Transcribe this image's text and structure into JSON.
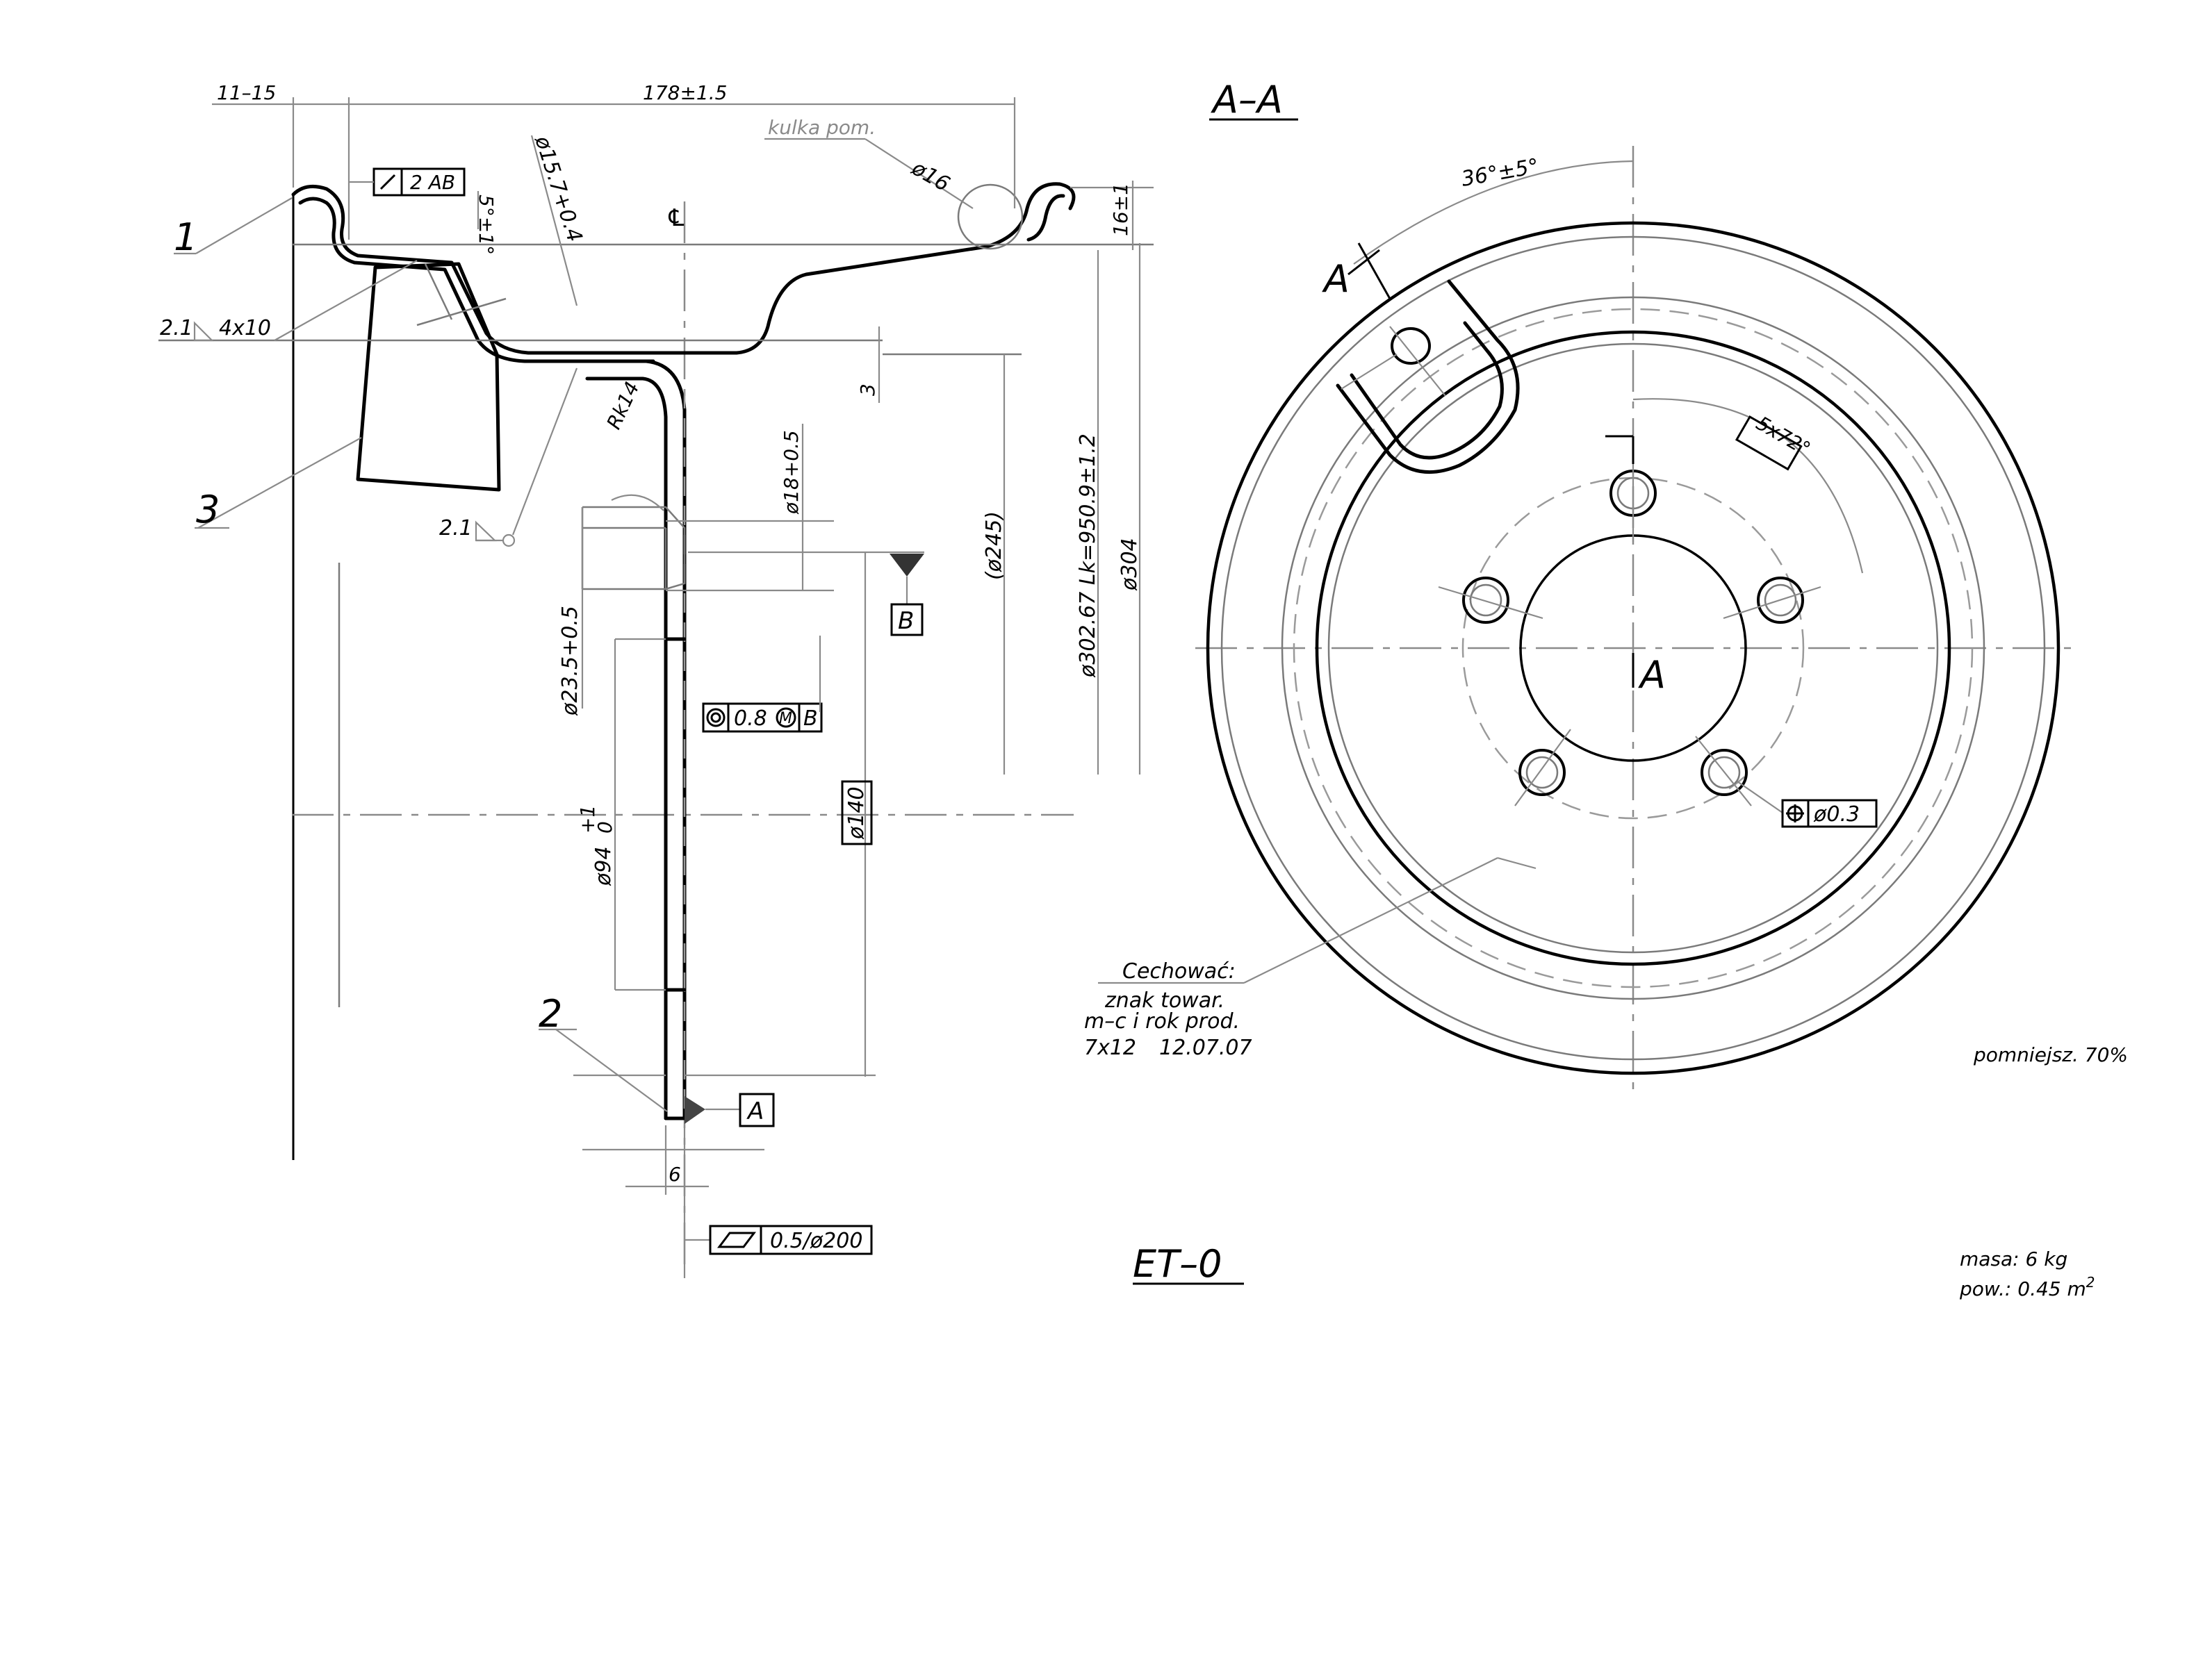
{
  "labels": {
    "dim_11_15": "11–15",
    "dim_178": "178±1.5",
    "kulka": "kulka pom.",
    "dia16": "ø16",
    "dia157": "ø15.7+0.4",
    "angle5": "5°±1°",
    "cl": "℄",
    "dim16": "16±1",
    "runout": "2 AB",
    "leader1": "1",
    "leader2": "2",
    "leader3": "3",
    "weld1_size": "2.1",
    "weld1_len": "4x10",
    "weld2_size": "2.1",
    "dim3": "3",
    "rk14": "Rk14",
    "dia18": "ø18+0.5",
    "dia245": "(ø245)",
    "dia30267": "ø302.67 Lk=950.9±1.2",
    "dia304": "ø304",
    "datum_b": "B",
    "datum_a": "A",
    "dia235": "ø23.5+0.5",
    "concentricity": "0.8",
    "conc_mod": "M",
    "conc_ref": "B",
    "dia94": "ø94",
    "dia94_tol_up": "+1",
    "dia94_tol_lo": "0",
    "dia140": "ø140",
    "dim6": "6",
    "flatness": "0.5/ø200",
    "section_aa": "A–A",
    "angle36": "36°±5°",
    "section_a": "A",
    "angle5x72": "5x72°",
    "section_a2": "A",
    "position_tol": "ø0.3",
    "cechowac": "Cechować:",
    "mark1": "znak towar.",
    "mark2": "m–c i rok prod.",
    "mark3_a": "7x12",
    "mark3_b": "12.07.07",
    "scale": "pomniejsz. 70%",
    "et0": "ET–0",
    "masa": "masa: 6 kg",
    "pow_prefix": "pow.: 0.45 m",
    "pow_sup": "2"
  }
}
